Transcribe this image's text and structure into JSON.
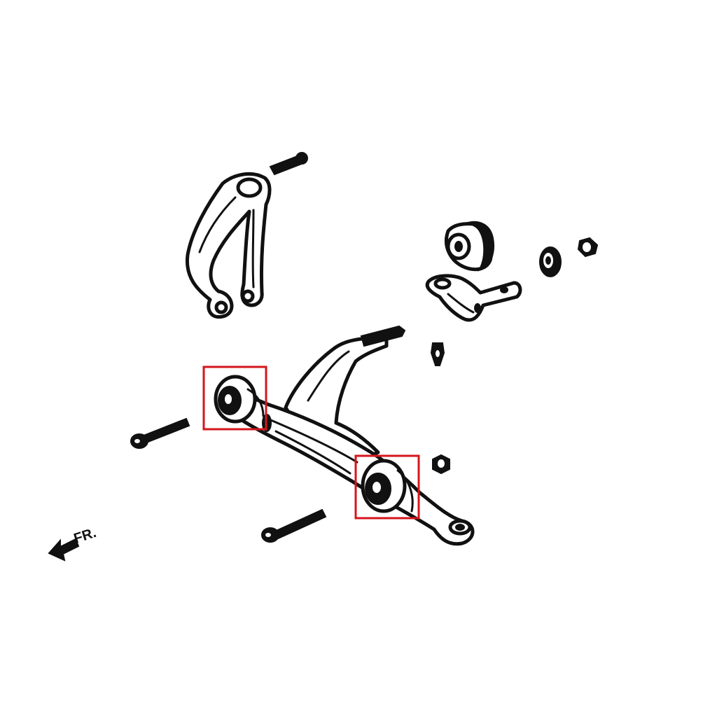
{
  "diagram": {
    "direction_label": "FR.",
    "highlight_color": "#d4161c",
    "ink_color": "#111111",
    "background_color": "#ffffff",
    "parts": [
      "upper-control-arm",
      "upper-arm-bolt",
      "compliance-bushing",
      "compliance-bracket",
      "washer",
      "nut",
      "lower-control-arm",
      "front-bushing",
      "rear-bushing",
      "bracket-bolt",
      "front-mount-bolt",
      "rear-mount-bolt",
      "small-nut",
      "forward-arrow-icon"
    ]
  }
}
